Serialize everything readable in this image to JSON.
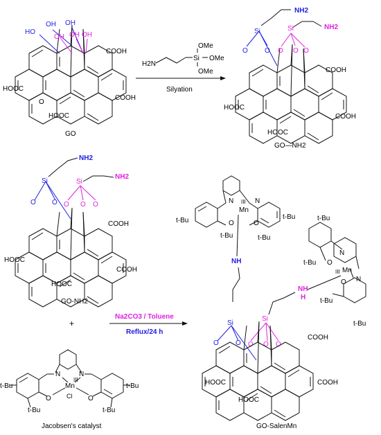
{
  "molecules": {
    "go": {
      "caption": "GO",
      "oh_labels": [
        "HO",
        "OH",
        "OH",
        "OH",
        "OH",
        "OH"
      ],
      "cooh_left": "HOOC",
      "cooh_right_top": "COOH",
      "cooh_right_bottom": "COOH",
      "cooh_bottom": "HOOC",
      "epoxide": "O"
    },
    "go_nh2_top": {
      "caption": "GO—NH2",
      "si": "Si",
      "nh2_a": "NH2",
      "nh2_b": "NH2",
      "o": "O",
      "cooh_left": "HOOC",
      "cooh_right_top": "COOH",
      "cooh_right_bottom": "COOH",
      "cooh_bottom": "HOOC"
    },
    "go_nh2_mid": {
      "caption": "GO-NH2",
      "si": "Si",
      "nh2_a": "NH2",
      "nh2_b": "NH2",
      "o": "O",
      "cooh_left": "HOOC",
      "cooh_right_top": "COOH",
      "cooh_right_bottom": "COOH",
      "cooh_bottom": "HOOC"
    },
    "jacobsen": {
      "caption": "Jacobsen's catalyst",
      "tbu": "t-Bu",
      "mn": "Mn",
      "ox": "III",
      "cl": "Cl",
      "n": "N",
      "o": "O"
    },
    "go_salenmn": {
      "caption": "GO-SalenMn",
      "nh": "NH",
      "h": "H",
      "n": "N",
      "si": "Si",
      "mn": "Mn",
      "ox": "III",
      "tbu": "t-Bu",
      "o": "O",
      "cooh_left": "HOOC",
      "cooh_right_top": "COOH",
      "cooh_right_bottom": "COOH",
      "cooh_bottom": "HOOC"
    }
  },
  "reactions": {
    "silylation": {
      "reagent_h2n": "H2N",
      "reagent_si": "Si",
      "reagent_ome": [
        "OMe",
        "OMe",
        "OMe"
      ],
      "condition": "Silyation"
    },
    "coupling": {
      "plus": "+",
      "line1": "Na2CO3 / Toluene",
      "line2": "Reflux/24 h"
    }
  },
  "colors": {
    "black": "#111111",
    "blue": "#2020e0",
    "magenta": "#e020e0",
    "line2_color": "#2020e0",
    "line1_color": "#e020e0"
  }
}
